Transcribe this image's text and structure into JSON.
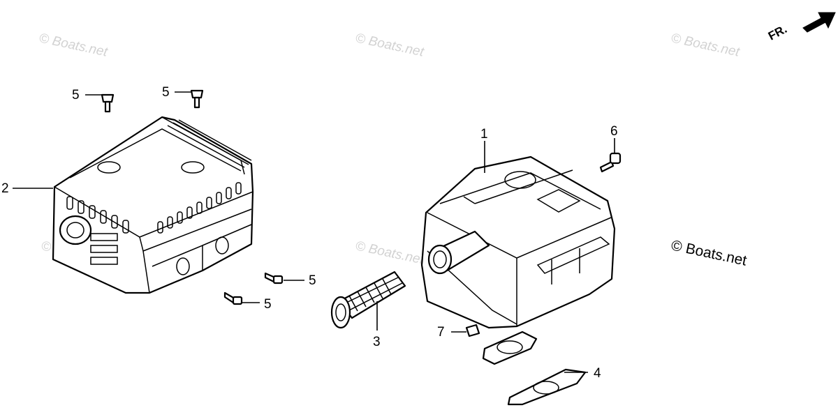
{
  "watermarks": [
    "© Boats.net",
    "© Boats.net",
    "© Boats.net",
    "© Boats.net",
    "© Boats.net"
  ],
  "watermark_visible": "© Boats.net",
  "front_indicator": "FR.",
  "callouts": {
    "muffler": "1",
    "muffler_protector": "2",
    "spark_arrester": "3",
    "gasket": "4",
    "screw_a": "5",
    "screw_b": "5",
    "screw_c": "5",
    "screw_d": "5",
    "bolt": "6",
    "nut": "7"
  }
}
